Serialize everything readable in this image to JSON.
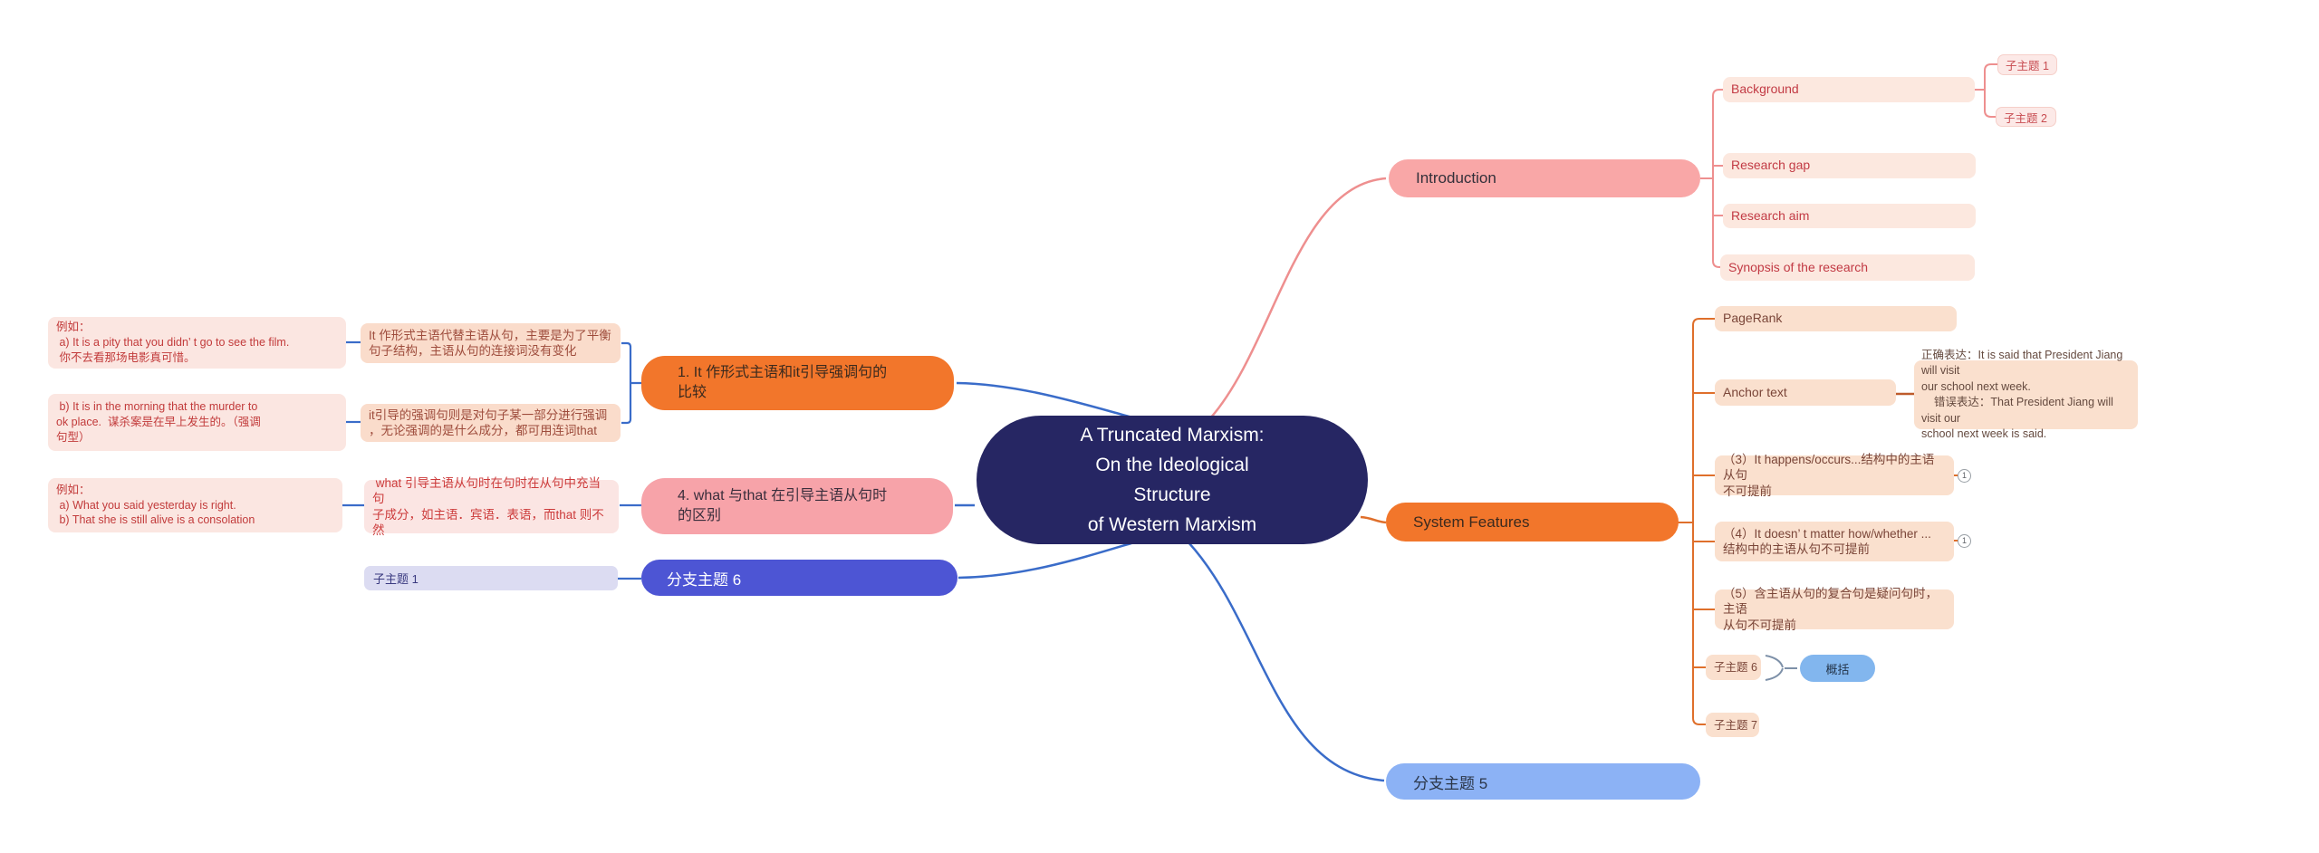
{
  "palette": {
    "central_bg": "#262663",
    "introduction_bg": "#f9a7a7",
    "system_features_bg": "#f2762b",
    "branch5_bg": "#8cb2f5",
    "branch6_bg": "#4d55d4",
    "intro_child_bg": "#fce8df",
    "system_child_bg": "#fae0ce",
    "summary_bg": "#82b6ee",
    "blue_line": "#3a6cc9",
    "salmon_line": "#ee8f8f",
    "orange_line": "#df6f2b"
  },
  "central_topic": "A Truncated Marxism:\nOn the Ideological\nStructure\nof Western Marxism",
  "right": {
    "introduction": {
      "label": "Introduction",
      "background": {
        "label": "Background",
        "sub1": "子主题 1",
        "sub2": "子主题 2"
      },
      "research_gap": "Research gap",
      "research_aim": "Research aim",
      "synopsis": "Synopsis of the research"
    },
    "system_features": {
      "label": "System Features",
      "pagerank": "PageRank",
      "anchor_text": "Anchor text",
      "anchor_note": "正确表达：It is said that President Jiang will visit\nour school next week.\n    错误表达：That President Jiang will visit our\nschool next week is said.",
      "item3": "（3）It happens/occurs...结构中的主语从句\n不可提前",
      "item3_badge": "1",
      "item4": "（4）It doesn’ t matter how/whether ...\n结构中的主语从句不可提前",
      "item4_badge": "1",
      "item5": "（5）含主语从句的复合句是疑问句时，主语\n从句不可提前",
      "sub6": "子主题 6",
      "summary": "概括",
      "sub7": "子主题 7"
    },
    "branch5": {
      "label": "分支主题 5"
    }
  },
  "left": {
    "branch1": {
      "label": "1. It 作形式主语和it引导强调句的\n比较",
      "child1": "It 作形式主语代替主语从句，主要是为了平衡\n句子结构，主语从句的连接词没有变化",
      "note1": "例如：\n a) It is a pity that you didn’ t go to see the film. \n 你不去看那场电影真可惜。",
      "child2": "it引导的强调句则是对句子某一部分进行强调\n，无论强调的是什么成分，都可用连词that",
      "note2": " b) It is in the morning that the murder to\nok place.  谋杀案是在早上发生的。（强调\n句型）"
    },
    "branch4": {
      "label": "4. what 与that 在引导主语从句时\n的区别",
      "child1": " what 引导主语从句时在句时在从句中充当句\n子成分，如主语．宾语．表语，而that 则不\n然",
      "note1": "例如：\n a) What you said yesterday is right.\n b) That she is still alive is a consolation"
    },
    "branch6": {
      "label": "分支主题 6",
      "child1": "子主题 1"
    }
  }
}
